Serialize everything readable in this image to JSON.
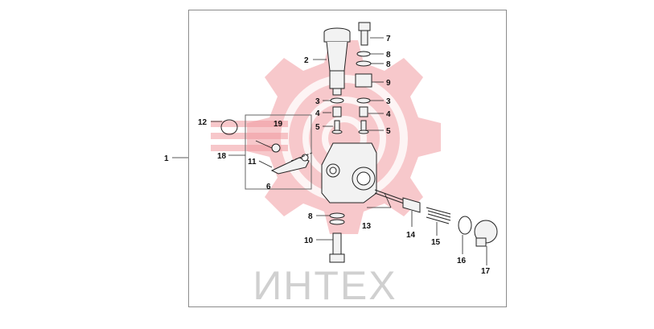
{
  "diagram": {
    "frame_label": "1",
    "watermark_text": "ИНТЕХ",
    "colors": {
      "watermark_red": "#f19aa0",
      "watermark_gray": "#c8c8c8",
      "line": "#222222",
      "part_fill": "#f2f2f2"
    },
    "callouts": [
      {
        "id": "2",
        "part": "filter-cup"
      },
      {
        "id": "3",
        "part": "seal-ring-left"
      },
      {
        "id": "4",
        "part": "spring-left"
      },
      {
        "id": "5",
        "part": "valve-left"
      },
      {
        "id": "6",
        "part": "lever-assembly"
      },
      {
        "id": "7",
        "part": "bolt"
      },
      {
        "id": "8",
        "part": "washer-upper-a"
      },
      {
        "id": "8",
        "part": "washer-upper-b"
      },
      {
        "id": "9",
        "part": "union-nut"
      },
      {
        "id": "3",
        "part": "seal-ring-right"
      },
      {
        "id": "4",
        "part": "spring-right"
      },
      {
        "id": "5",
        "part": "valve-right"
      },
      {
        "id": "12",
        "part": "o-ring"
      },
      {
        "id": "19",
        "part": "washer-small"
      },
      {
        "id": "18",
        "part": "lever"
      },
      {
        "id": "11",
        "part": "pin"
      },
      {
        "id": "8",
        "part": "washer-lower"
      },
      {
        "id": "10",
        "part": "bottom-bolt"
      },
      {
        "id": "13",
        "part": "plunger-rod"
      },
      {
        "id": "14",
        "part": "sleeve"
      },
      {
        "id": "15",
        "part": "plunger-spring"
      },
      {
        "id": "16",
        "part": "o-ring-large"
      },
      {
        "id": "17",
        "part": "cap-plug"
      }
    ]
  }
}
